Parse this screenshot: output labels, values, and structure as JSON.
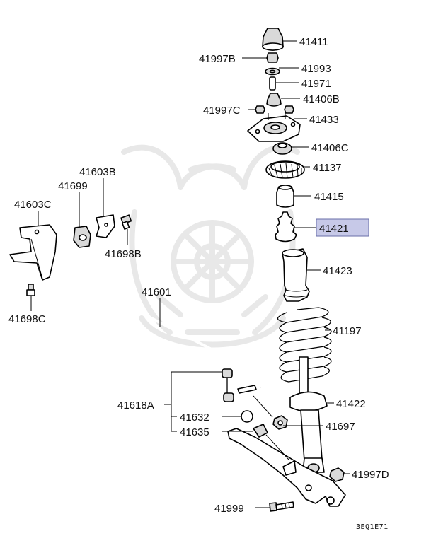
{
  "diagram": {
    "labels": {
      "p41411": "41411",
      "p41997B": "41997B",
      "p41993": "41993",
      "p41971": "41971",
      "p41406B": "41406B",
      "p41997C": "41997C",
      "p41433": "41433",
      "p41406C": "41406C",
      "p41137": "41137",
      "p41415": "41415",
      "p41421": "41421",
      "p41423": "41423",
      "p41197": "41197",
      "p41422": "41422",
      "p41697": "41697",
      "p41997D": "41997D",
      "p41999": "41999",
      "p41603B": "41603B",
      "p41699": "41699",
      "p41603C": "41603C",
      "p41698B": "41698B",
      "p41698C": "41698C",
      "p41601": "41601",
      "p41618A": "41618A",
      "p41632": "41632",
      "p41635": "41635"
    },
    "highlighted_part": "41421",
    "highlight_color": "#c7c9e8",
    "drawing_code": "3EQ1E71"
  }
}
